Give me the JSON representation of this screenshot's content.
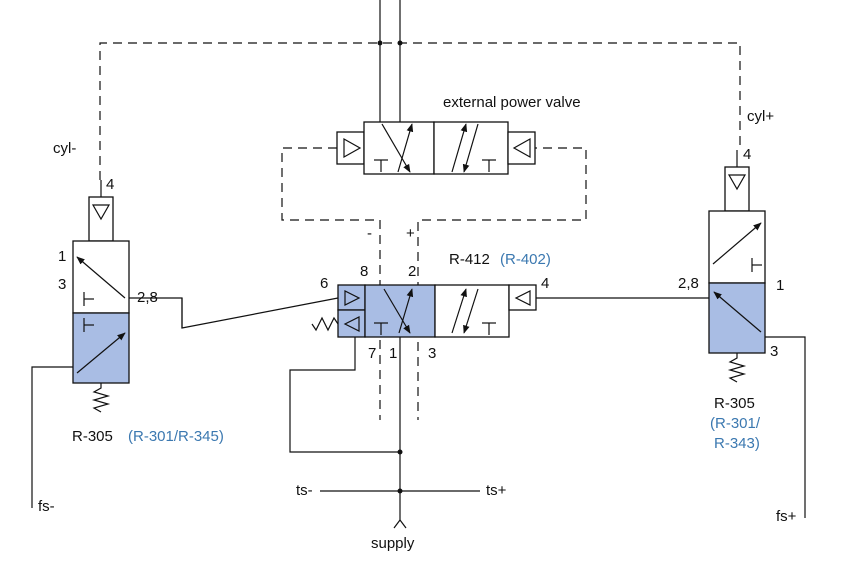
{
  "labels": {
    "external_power_valve": "external power valve",
    "cyl_minus": "cyl-",
    "cyl_plus": "cyl+",
    "minus": "-",
    "plus": "+",
    "r412": "R-412",
    "r402": "(R-402)",
    "left_valve_name": "R-305",
    "left_valve_alt": "(R-301/R-345)",
    "right_valve_name": "R-305",
    "right_valve_alt_1": "(R-301/",
    "right_valve_alt_2": "R-343)",
    "ts_minus": "ts-",
    "ts_plus": "ts+",
    "supply": "supply",
    "fs_minus": "fs-",
    "fs_plus": "fs+"
  },
  "ports": {
    "left_4": "4",
    "left_1": "1",
    "left_3": "3",
    "left_28": "2,8",
    "mid_6": "6",
    "mid_8": "8",
    "mid_2": "2",
    "mid_4": "4",
    "mid_7": "7",
    "mid_1": "1",
    "mid_3": "3",
    "right_4": "4",
    "right_28": "2,8",
    "right_1": "1",
    "right_3": "3"
  },
  "colors": {
    "shade": "#a9bde4",
    "alt_text": "#3b78b0",
    "line": "#111111"
  }
}
